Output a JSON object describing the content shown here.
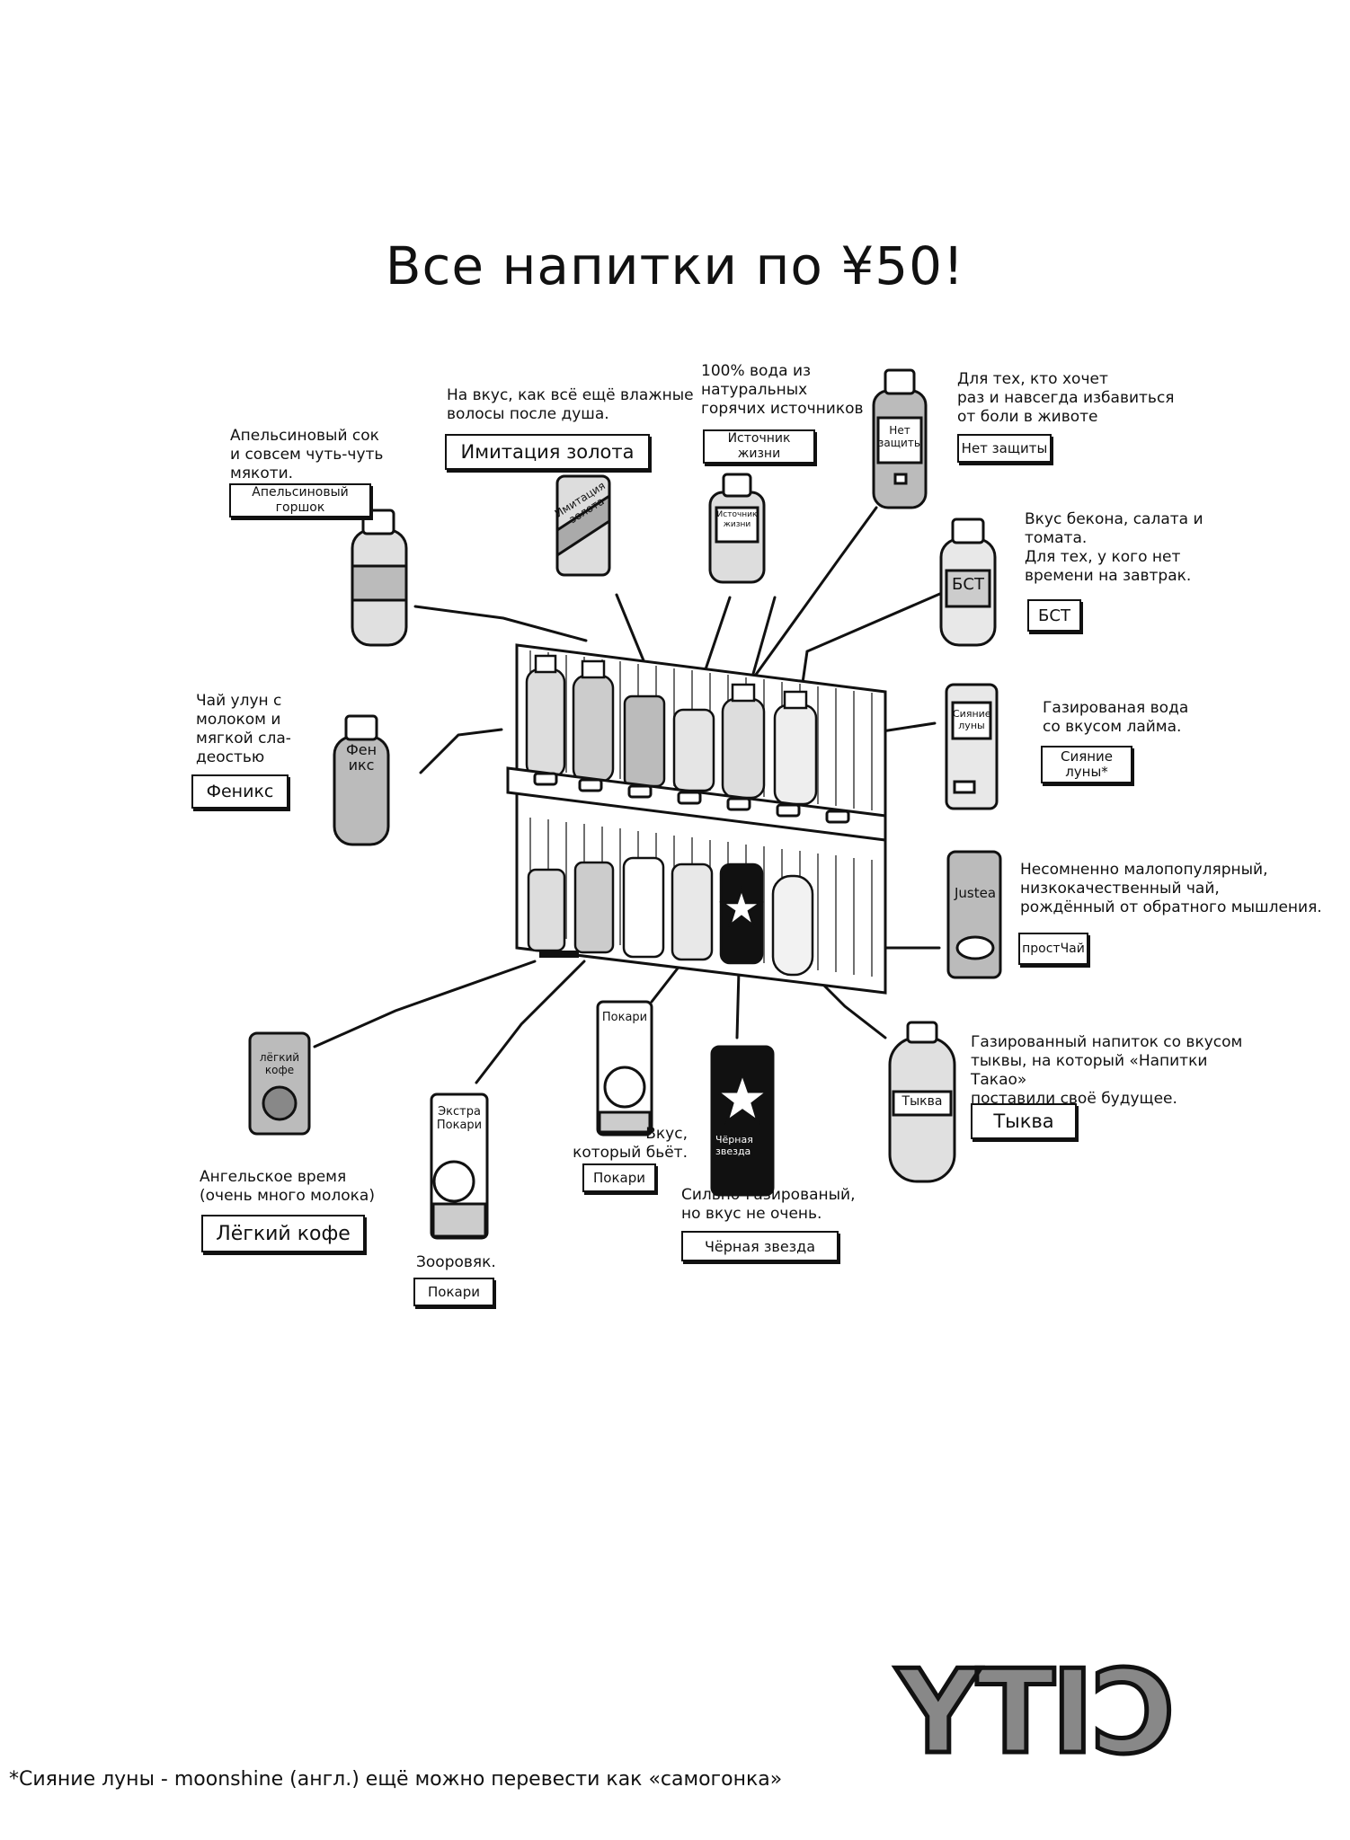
{
  "title": "Все напитки по ¥50!",
  "drinks": {
    "orange": {
      "desc": "Апельсиновый сок\nи совсем чуть-чуть\nмякоти.",
      "label": "Апельсиновый\nгоршок"
    },
    "gold": {
      "desc": "На вкус, как всё ещё влажные\nволосы после душа.",
      "label": "Имитация золота",
      "can_text": "Имитация\nзолота"
    },
    "spring": {
      "desc": "100% вода из\nнатуральных\nгорячих источников",
      "label": "Источник\nжизни",
      "bottle_text": "Источник\nжизни"
    },
    "noprotect": {
      "desc": "Для тех, кто хочет\nраз и навсегда избавиться\nот боли в животе",
      "label": "Нет защиты",
      "bottle_text": "Нет\nзащиты"
    },
    "bst": {
      "desc": "Вкус бекона, салата и\nтомата.\nДля тех, у кого нет\nвремени на завтрак.",
      "label": "БСТ",
      "bottle_text": "БСТ"
    },
    "phoenix": {
      "desc": "Чай улун с\nмолоком и\nмягкой сла-\nдеостью",
      "label": "Феникс",
      "bottle_text": "Феникс"
    },
    "moon": {
      "desc": "Газированая вода\nсо вкусом лайма.",
      "label": "Сияние\nлуны*",
      "can_text": "Сияние\nлуны"
    },
    "justea": {
      "desc": "Несомненно малопопулярный,\nнизкокачественный чай,\nрождённый от обратного мышления.",
      "label": "простЧай",
      "can_text": "Justea"
    },
    "lightcoffee": {
      "desc": "Ангельское время\n(очень много молока)",
      "label": "Лёгкий кофе",
      "can_text": "лёгкий\nкофе"
    },
    "extrapocari": {
      "desc": "Зооровяк.",
      "label": "Покари",
      "can_text": "Экстра\nПокари"
    },
    "pocari": {
      "desc": "Вкус,\nкоторый бьёт.",
      "label": "Покари",
      "can_text": "Покари"
    },
    "blackstar": {
      "desc": "Сильно-газированый,\nно вкус не очень.",
      "label": "Чёрная звезда",
      "can_text": "Чёрная\nзвезда"
    },
    "pumpkin": {
      "desc": "Газированный напиток со вкусом\nтыквы, на который «Напитки Такао»\nпоставили своё будущее.",
      "label": "Тыква",
      "bottle_text": "Тыква"
    }
  },
  "logo_text": "CITY",
  "footnote": "*Сияние луны - moonshine (англ.) ещё можно перевести как «самогонка»"
}
